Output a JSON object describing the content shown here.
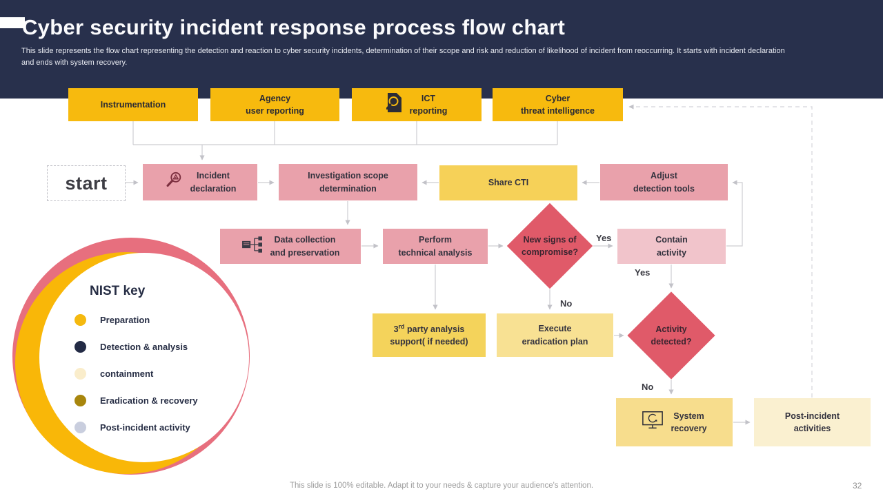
{
  "slide": {
    "title": "Cyber security incident response process flow chart",
    "subtitle": "This slide represents the flow chart representing the detection and reaction to cyber security incidents, determination of their scope and risk and reduction of likelihood of incident from reoccurring. It starts with incident declaration\nand ends with system recovery.",
    "footer": "This slide is 100% editable. Adapt it to your needs & capture your audience's attention.",
    "page_number": "32"
  },
  "sources": {
    "instrumentation": "Instrumentation",
    "agency": "Agency\nuser reporting",
    "ict": "ICT\nreporting",
    "cyber": "Cyber\nthreat intelligence"
  },
  "flow": {
    "start": "start",
    "incident_declaration": "Incident\ndeclaration",
    "investigation_scope": "Investigation scope\ndetermination",
    "share_cti": "Share CTI",
    "adjust_detection": "Adjust\ndetection tools",
    "data_collection": "Data collection\nand preservation",
    "perform_analysis": "Perform\ntechnical analysis",
    "new_signs": "New signs of\ncompromise?",
    "contain_activity": "Contain\nactivity",
    "third_party_prefix": "3",
    "third_party_sup": "rd",
    "third_party_rest": " party analysis\nsupport( if needed)",
    "execute_eradication": "Execute\neradication plan",
    "activity_detected": "Activity\ndetected?",
    "system_recovery": "System\nrecovery",
    "post_incident": "Post-incident\nactivities",
    "labels": {
      "yes1": "Yes",
      "yes2": "Yes",
      "no1": "No",
      "no2": "No"
    }
  },
  "legend": {
    "title": "NIST key",
    "items": [
      {
        "label": "Preparation",
        "color": "#f5b90f"
      },
      {
        "label": "Detection & analysis",
        "color": "#232b45"
      },
      {
        "label": "containment",
        "color": "#faedcb"
      },
      {
        "label": "Eradication & recovery",
        "color": "#a8860d"
      },
      {
        "label": "Post-incident activity",
        "color": "#c9cede"
      }
    ]
  },
  "colors": {
    "header_navy": "#28304c",
    "source_amber": "#f7ba0e",
    "process_pink": "#e9a1ab",
    "contain_pink": "#f1c4cb",
    "decision_red": "#e05a69",
    "share_yellow": "#f6d158",
    "recovery_yellow": "#f7dd8d",
    "post_cream": "#faf0d0",
    "connector_gray": "#cdcdd1"
  }
}
